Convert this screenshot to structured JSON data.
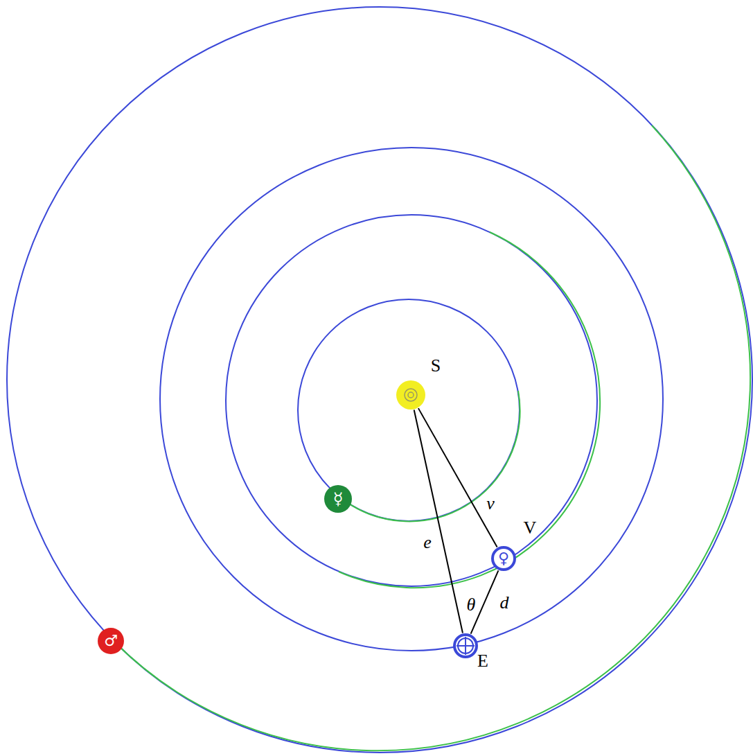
{
  "diagram": {
    "nodes": [
      {
        "text": [
          "S"
        ]
      },
      {
        "text": [
          "☿"
        ]
      },
      {
        "text": [
          "♀",
          "V"
        ]
      },
      {
        "text": [
          "♂"
        ]
      },
      {
        "text": [
          "E"
        ]
      }
    ],
    "edges": [
      {
        "from": 0,
        "to": 4,
        "label": "e",
        "arrow": "none"
      },
      {
        "from": 0,
        "to": 2,
        "label": "v",
        "arrow": "none"
      },
      {
        "from": 4,
        "to": 2,
        "label": "d",
        "arrow": "none"
      }
    ],
    "labels": [
      "θ"
    ]
  }
}
